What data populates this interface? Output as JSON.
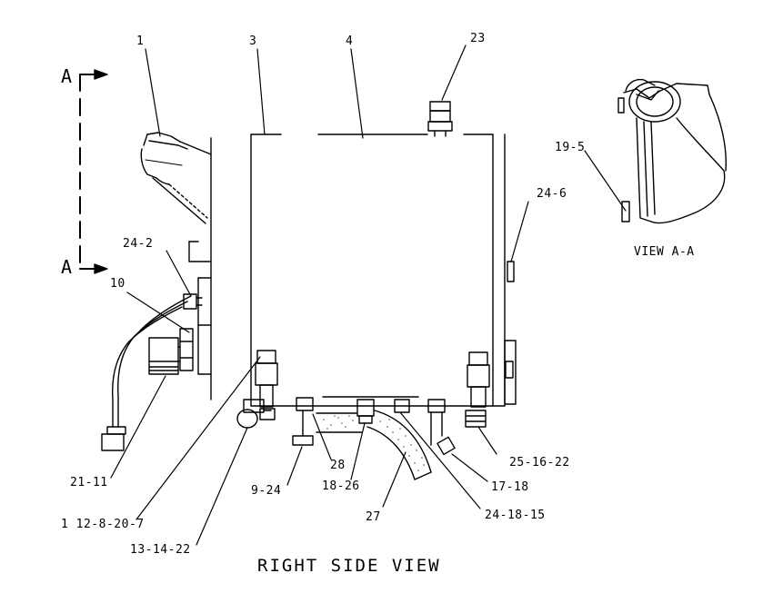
{
  "diagram": {
    "title": "RIGHT SIDE VIEW",
    "detail_view_title": "VIEW A-A",
    "section_markers": [
      "A",
      "A"
    ],
    "callouts": {
      "c1": "1",
      "c3": "3",
      "c4": "4",
      "c23": "23",
      "c19_5": "19-5",
      "c24_6": "24-6",
      "c24_2": "24-2",
      "c10": "10",
      "c21_11": "21-11",
      "c1_12_8_20_7": "1 12-8-20-7",
      "c13_14_22": "13-14-22",
      "c9_24": "9-24",
      "c28": "28",
      "c18_26": "18-26",
      "c27": "27",
      "c24_18_15": "24-18-15",
      "c17_18": "17-18",
      "c25_16_22": "25-16-22"
    }
  }
}
